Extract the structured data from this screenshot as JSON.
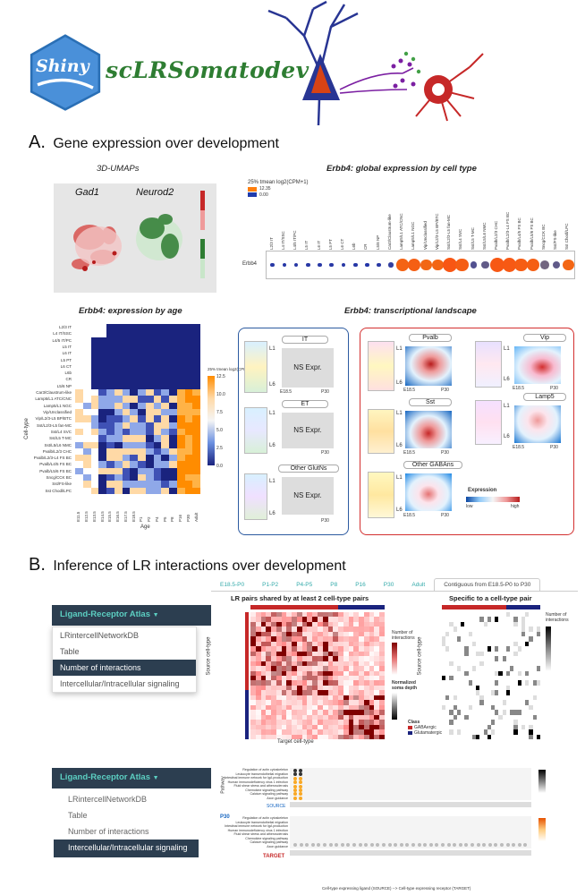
{
  "header": {
    "logo_word": "Shiny",
    "app_title": "scLRSomatodev"
  },
  "sectionA": {
    "letter": "A.",
    "title": "Gene expression over development",
    "umap": {
      "title": "3D-UMAPs",
      "gene1": "Gad1",
      "gene2": "Neurod2"
    },
    "dotplot": {
      "title": "Erbb4: global expression by cell type",
      "legend_title": "25% tmean log2(CPM+1)",
      "legend_max": "12.35",
      "legend_min": "0.00",
      "row_label": "Erbb4",
      "columns": [
        "L2/3 IT",
        "L4 IT/SSC",
        "L4/5 IT/PC",
        "L5 IT",
        "L6 IT",
        "L5 PT",
        "L6 CT",
        "L6b",
        "CR",
        "L5/6 NP",
        "Car3/Claustrum-like",
        "Lamp5/L1 ATC/CNC",
        "Lamp5/L1 NGC",
        "Vip/Unclassified",
        "Vip/L2/3-L5 BP/BTC",
        "Sst/L2/3-L5 fan-MC",
        "Sst/L4 SVC",
        "Sst/L5 T-MC",
        "Sst/L5/L6 NMC",
        "Pvalb/L2/3 CHC",
        "Pvalb/L2/3-L4 FS BC",
        "Pvalb/L4/5 FS BC",
        "Pvalb/L5/6 FS BC",
        "Sncg/CCK BC",
        "Sst/FS-like",
        "Sst Chodl/LPC"
      ],
      "values": [
        0.6,
        0.5,
        0.6,
        0.6,
        0.6,
        0.6,
        0.6,
        0.5,
        0.3,
        0.7,
        1.3,
        8.5,
        9.2,
        7.6,
        8.1,
        11.2,
        9.5,
        3.2,
        4.2,
        10.8,
        10.4,
        9.6,
        9.2,
        5.2,
        4.1,
        7.8
      ]
    },
    "heatmap_age": {
      "title": "Erbb4: expression by age",
      "legend_title": "25% tmean log2(CPM+1)",
      "legend_ticks": [
        "12.5",
        "10.0",
        "7.5",
        "5.0",
        "2.5",
        "0.0"
      ],
      "ylabel": "Cell-type",
      "xlabel": "Age",
      "rows": [
        "L2/3 IT",
        "L4 IT/SSC",
        "L4/5 IT/PC",
        "L5 IT",
        "L6 IT",
        "L5 PT",
        "L6 CT",
        "L6b",
        "CR",
        "L5/6 NP",
        "Car3/Claustrum-like",
        "Lamp5/L1 ATC/CNC",
        "Lamp5/L1 NGC",
        "Vip/Unclassified",
        "Vip/L2/3-L5 BP/BTC",
        "Sst/L2/3-L5 fan-MC",
        "Sst/L4 SVC",
        "Sst/L5 T-MC",
        "Sst/L5/L6 NMC",
        "Pvalb/L2/3 CHC",
        "Pvalb/L2/3-L4 FS BC",
        "Pvalb/L4/5 FS BC",
        "Pvalb/L5/6 FS BC",
        "Sncg/CCK BC",
        "Sst/FS-like",
        "Sst Chodl/LPC"
      ],
      "cols": [
        "E11.5",
        "E12.5",
        "E13.5",
        "E14.5",
        "E15.5",
        "E16.5",
        "E17.5",
        "E18.5",
        "P1",
        "P2",
        "P4",
        "P5",
        "P8",
        "P16",
        "P30",
        "Adult"
      ]
    },
    "landscape": {
      "title": "Erbb4: transcriptional landscape",
      "groups": [
        {
          "name": "IT",
          "label": "NS Expr."
        },
        {
          "name": "ET",
          "label": "NS Expr."
        },
        {
          "name": "Other GlutNs",
          "label": "NS Expr."
        }
      ],
      "gaba_groups": [
        "Pvalb",
        "Sst",
        "Other GABAns",
        "Vip",
        "Lamp5"
      ],
      "axis_top": "L1",
      "axis_bottom": "L6",
      "age_start": "E18.5",
      "age_end": "P30",
      "legend_title": "Expression",
      "legend_low": "low",
      "legend_high": "high"
    }
  },
  "sectionB": {
    "letter": "B.",
    "title": "Inference of LR interactions over development",
    "menu1": {
      "header": "Ligand-Receptor Atlas",
      "items": [
        "LRintercellNetworkDB",
        "Table",
        "Number of interactions",
        "Intercellular/Intracellular signaling"
      ],
      "selected_index": 2
    },
    "menu2": {
      "header": "Ligand-Receptor Atlas",
      "items": [
        "LRintercellNetworkDB",
        "Table",
        "Number of interactions",
        "Intercellular/Intracellular signaling"
      ],
      "selected_index": 3
    },
    "tabs": [
      "E18.5-P0",
      "P1-P2",
      "P4-P5",
      "P8",
      "P16",
      "P30",
      "Adult",
      "Contiguous from E18.5-P0 to P30"
    ],
    "active_tab": 7,
    "heat_left": {
      "title": "LR  pairs shared by at least 2 cell-type pairs",
      "ylabel": "Source cell-type",
      "xlabel": "Target cell-type"
    },
    "heat_right": {
      "title": "Specific to a cell-type pair",
      "ylabel": "Source cell-type",
      "legend_title": "Number of interactions"
    },
    "legend_left": {
      "title": "Number of interactions",
      "depth_title": "Normalized soma depth",
      "class_title": "Class",
      "class_gaba": "GABAergic",
      "class_glut": "Glutamatergic"
    },
    "signaling": {
      "source_label": "SOURCE",
      "target_label": "TARGET",
      "age_label": "P30",
      "xlabel": "Cell-type expressing ligand (SOURCE) --> Cell-type expressing receptor (TARGET)",
      "pathway_label": "Pathway",
      "pathways": [
        "Regulation of actin cytoskeleton",
        "Leukocyte transendothelial migration",
        "Intestinal immune network for IgA production",
        "Human immunodeficiency virus 1 infection",
        "Fluid shear stress and atherosclerosis",
        "Chemokine signaling pathway",
        "Calcium signaling pathway",
        "Axon guidance"
      ]
    },
    "colors": {
      "menu_dark": "#2c3e50",
      "menu_accent": "#5ccfc2",
      "heat_red": "#b2182b",
      "heat_blue": "#2166ac"
    }
  }
}
